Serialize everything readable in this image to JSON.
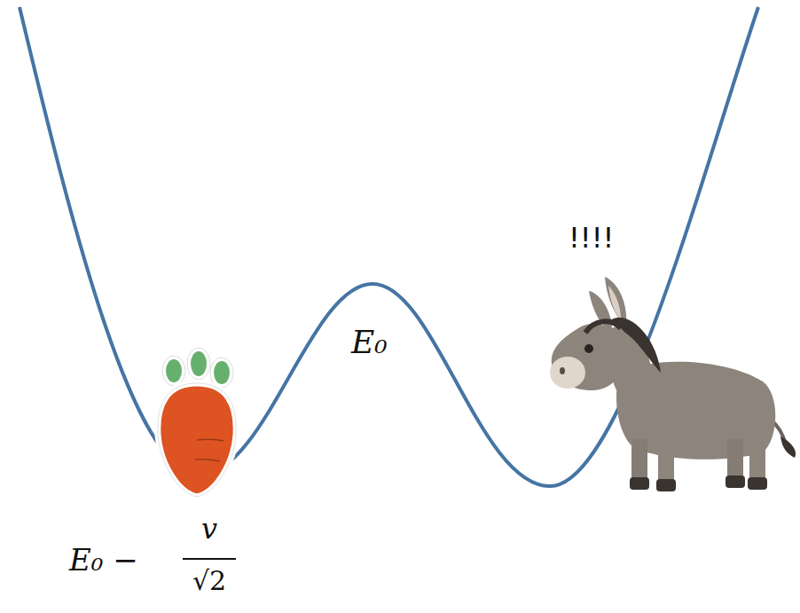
{
  "diagram": {
    "labels": [
      "!!!!",
      "E₀",
      "E₀ −",
      "v",
      "√2"
    ]
  }
}
